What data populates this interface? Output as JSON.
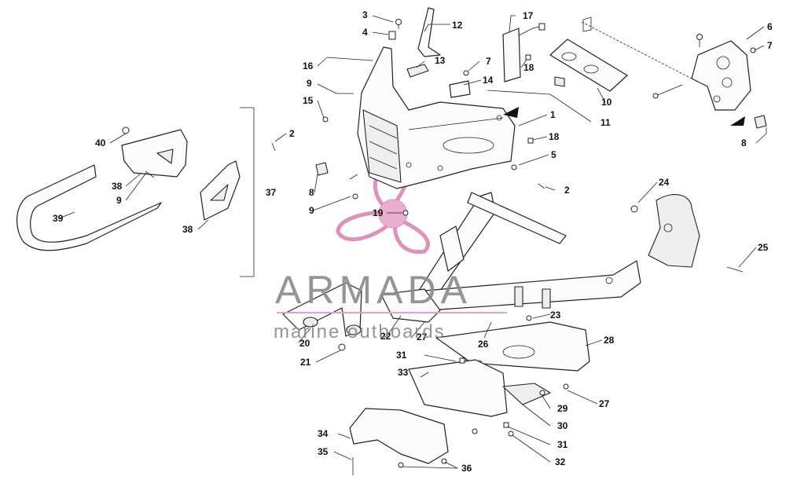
{
  "watermark": {
    "title": "ARMADA",
    "subtitle": "marine outboards",
    "logo": "pink propeller logo",
    "accent_color": "#e8a0c8",
    "text_color": "#8a8a8a"
  },
  "callouts": [
    {
      "id": "c3",
      "label": "3"
    },
    {
      "id": "c12",
      "label": "12"
    },
    {
      "id": "c17",
      "label": "17"
    },
    {
      "id": "c4",
      "label": "4"
    },
    {
      "id": "c16",
      "label": "16"
    },
    {
      "id": "c13",
      "label": "13"
    },
    {
      "id": "c7a",
      "label": "7"
    },
    {
      "id": "c18a",
      "label": "18"
    },
    {
      "id": "c9a",
      "label": "9"
    },
    {
      "id": "c14",
      "label": "14"
    },
    {
      "id": "c15",
      "label": "15"
    },
    {
      "id": "c1",
      "label": "1"
    },
    {
      "id": "c10",
      "label": "10"
    },
    {
      "id": "c11",
      "label": "11"
    },
    {
      "id": "c6",
      "label": "6"
    },
    {
      "id": "c7b",
      "label": "7"
    },
    {
      "id": "c8a",
      "label": "8"
    },
    {
      "id": "c2a",
      "label": "2"
    },
    {
      "id": "c40",
      "label": "40"
    },
    {
      "id": "c18b",
      "label": "18"
    },
    {
      "id": "c5",
      "label": "5"
    },
    {
      "id": "c38a",
      "label": "38"
    },
    {
      "id": "c9b",
      "label": "9"
    },
    {
      "id": "c37",
      "label": "37"
    },
    {
      "id": "c8b",
      "label": "8"
    },
    {
      "id": "c2b",
      "label": "2"
    },
    {
      "id": "c24",
      "label": "24"
    },
    {
      "id": "c39",
      "label": "39"
    },
    {
      "id": "c9c",
      "label": "9"
    },
    {
      "id": "c19",
      "label": "19"
    },
    {
      "id": "c38b",
      "label": "38"
    },
    {
      "id": "c25",
      "label": "25"
    },
    {
      "id": "c23",
      "label": "23"
    },
    {
      "id": "c20",
      "label": "20"
    },
    {
      "id": "c22",
      "label": "22"
    },
    {
      "id": "c27a",
      "label": "27"
    },
    {
      "id": "c26",
      "label": "26"
    },
    {
      "id": "c28",
      "label": "28"
    },
    {
      "id": "c21",
      "label": "21"
    },
    {
      "id": "c31a",
      "label": "31"
    },
    {
      "id": "c33",
      "label": "33"
    },
    {
      "id": "c29",
      "label": "29"
    },
    {
      "id": "c27b",
      "label": "27"
    },
    {
      "id": "c30",
      "label": "30"
    },
    {
      "id": "c34",
      "label": "34"
    },
    {
      "id": "c31b",
      "label": "31"
    },
    {
      "id": "c35",
      "label": "35"
    },
    {
      "id": "c36",
      "label": "36"
    },
    {
      "id": "c32",
      "label": "32"
    }
  ]
}
